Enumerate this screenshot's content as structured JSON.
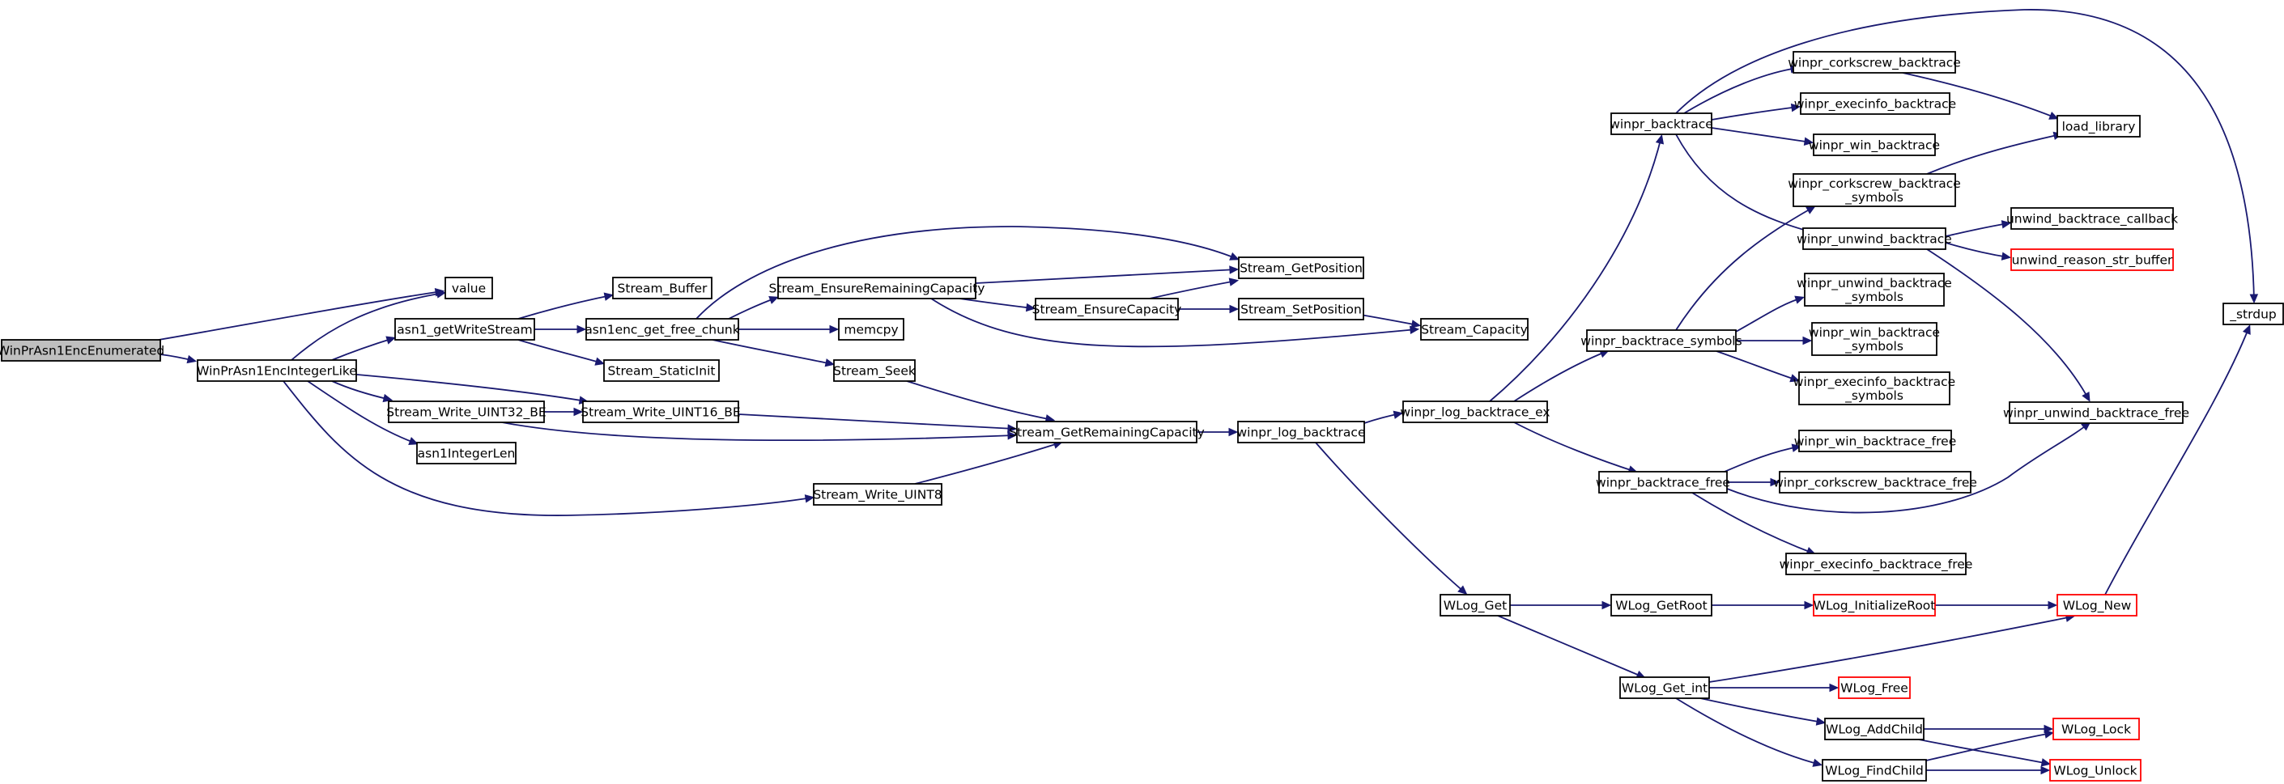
{
  "graph": {
    "type": "call-graph",
    "colors": {
      "edge": "#191970",
      "root_fill": "#bfbfbf",
      "node_border": "#000000",
      "truncated_border": "#ff0000"
    },
    "nodes": [
      {
        "id": "WinPrAsn1EncEnumerated",
        "label": "WinPrAsn1EncEnumerated",
        "style": "root"
      },
      {
        "id": "value",
        "label": "value",
        "style": "normal"
      },
      {
        "id": "WinPrAsn1EncIntegerLike",
        "label": "WinPrAsn1EncIntegerLike",
        "style": "normal"
      },
      {
        "id": "asn1_getWriteStream",
        "label": "asn1_getWriteStream",
        "style": "normal"
      },
      {
        "id": "Stream_Write_UINT32_BE",
        "label": "Stream_Write_UINT32_BE",
        "style": "normal"
      },
      {
        "id": "asn1IntegerLen",
        "label": "asn1IntegerLen",
        "style": "normal"
      },
      {
        "id": "Stream_Buffer",
        "label": "Stream_Buffer",
        "style": "normal"
      },
      {
        "id": "asn1enc_get_free_chunk",
        "label": "asn1enc_get_free_chunk",
        "style": "normal"
      },
      {
        "id": "Stream_StaticInit",
        "label": "Stream_StaticInit",
        "style": "normal"
      },
      {
        "id": "Stream_Write_UINT16_BE",
        "label": "Stream_Write_UINT16_BE",
        "style": "normal"
      },
      {
        "id": "Stream_EnsureRemainingCapacity",
        "label": "Stream_EnsureRemainingCapacity",
        "style": "normal"
      },
      {
        "id": "memcpy",
        "label": "memcpy",
        "style": "normal"
      },
      {
        "id": "Stream_Seek",
        "label": "Stream_Seek",
        "style": "normal"
      },
      {
        "id": "Stream_Write_UINT8",
        "label": "Stream_Write_UINT8",
        "style": "normal"
      },
      {
        "id": "Stream_EnsureCapacity",
        "label": "Stream_EnsureCapacity",
        "style": "normal"
      },
      {
        "id": "Stream_GetRemainingCapacity",
        "label": "Stream_GetRemainingCapacity",
        "style": "normal"
      },
      {
        "id": "Stream_GetPosition",
        "label": "Stream_GetPosition",
        "style": "normal"
      },
      {
        "id": "Stream_SetPosition",
        "label": "Stream_SetPosition",
        "style": "normal"
      },
      {
        "id": "winpr_log_backtrace",
        "label": "winpr_log_backtrace",
        "style": "normal"
      },
      {
        "id": "Stream_Capacity",
        "label": "Stream_Capacity",
        "style": "normal"
      },
      {
        "id": "winpr_log_backtrace_ex",
        "label": "winpr_log_backtrace_ex",
        "style": "normal"
      },
      {
        "id": "WLog_Get",
        "label": "WLog_Get",
        "style": "normal"
      },
      {
        "id": "winpr_backtrace",
        "label": "winpr_backtrace",
        "style": "normal"
      },
      {
        "id": "winpr_backtrace_symbols",
        "label": "winpr_backtrace_symbols",
        "style": "normal"
      },
      {
        "id": "winpr_backtrace_free",
        "label": "winpr_backtrace_free",
        "style": "normal"
      },
      {
        "id": "WLog_GetRoot",
        "label": "WLog_GetRoot",
        "style": "normal"
      },
      {
        "id": "WLog_Get_int",
        "label": "WLog_Get_int",
        "style": "normal"
      },
      {
        "id": "winpr_corkscrew_backtrace",
        "label": "winpr_corkscrew_backtrace",
        "style": "normal"
      },
      {
        "id": "winpr_execinfo_backtrace",
        "label": "winpr_execinfo_backtrace",
        "style": "normal"
      },
      {
        "id": "winpr_win_backtrace",
        "label": "winpr_win_backtrace",
        "style": "normal"
      },
      {
        "id": "winpr_corkscrew_backtrace_symbols",
        "label": "winpr_corkscrew_backtrace\n_symbols",
        "style": "normal"
      },
      {
        "id": "winpr_unwind_backtrace",
        "label": "winpr_unwind_backtrace",
        "style": "normal"
      },
      {
        "id": "winpr_unwind_backtrace_symbols",
        "label": "winpr_unwind_backtrace\n_symbols",
        "style": "normal"
      },
      {
        "id": "winpr_win_backtrace_symbols",
        "label": "winpr_win_backtrace\n_symbols",
        "style": "normal"
      },
      {
        "id": "winpr_execinfo_backtrace_symbols",
        "label": "winpr_execinfo_backtrace\n_symbols",
        "style": "normal"
      },
      {
        "id": "winpr_win_backtrace_free",
        "label": "winpr_win_backtrace_free",
        "style": "normal"
      },
      {
        "id": "winpr_corkscrew_backtrace_free",
        "label": "winpr_corkscrew_backtrace_free",
        "style": "normal"
      },
      {
        "id": "winpr_execinfo_backtrace_free",
        "label": "winpr_execinfo_backtrace_free",
        "style": "normal"
      },
      {
        "id": "WLog_InitializeRoot",
        "label": "WLog_InitializeRoot",
        "style": "red"
      },
      {
        "id": "WLog_Free",
        "label": "WLog_Free",
        "style": "red"
      },
      {
        "id": "WLog_AddChild",
        "label": "WLog_AddChild",
        "style": "normal"
      },
      {
        "id": "WLog_FindChild",
        "label": "WLog_FindChild",
        "style": "normal"
      },
      {
        "id": "load_library",
        "label": "load_library",
        "style": "normal"
      },
      {
        "id": "unwind_backtrace_callback",
        "label": "unwind_backtrace_callback",
        "style": "normal"
      },
      {
        "id": "unwind_reason_str_buffer",
        "label": "unwind_reason_str_buffer",
        "style": "red"
      },
      {
        "id": "winpr_unwind_backtrace_free",
        "label": "winpr_unwind_backtrace_free",
        "style": "normal"
      },
      {
        "id": "WLog_New",
        "label": "WLog_New",
        "style": "red"
      },
      {
        "id": "WLog_Lock",
        "label": "WLog_Lock",
        "style": "red"
      },
      {
        "id": "WLog_Unlock",
        "label": "WLog_Unlock",
        "style": "red"
      },
      {
        "id": "_strdup",
        "label": "_strdup",
        "style": "normal"
      }
    ],
    "edges": [
      {
        "from": "WinPrAsn1EncEnumerated",
        "to": "value"
      },
      {
        "from": "WinPrAsn1EncEnumerated",
        "to": "WinPrAsn1EncIntegerLike"
      },
      {
        "from": "WinPrAsn1EncIntegerLike",
        "to": "value"
      },
      {
        "from": "WinPrAsn1EncIntegerLike",
        "to": "asn1_getWriteStream"
      },
      {
        "from": "WinPrAsn1EncIntegerLike",
        "to": "Stream_Write_UINT32_BE"
      },
      {
        "from": "WinPrAsn1EncIntegerLike",
        "to": "Stream_Write_UINT16_BE"
      },
      {
        "from": "WinPrAsn1EncIntegerLike",
        "to": "asn1IntegerLen"
      },
      {
        "from": "WinPrAsn1EncIntegerLike",
        "to": "Stream_Write_UINT8"
      },
      {
        "from": "asn1_getWriteStream",
        "to": "Stream_Buffer"
      },
      {
        "from": "asn1_getWriteStream",
        "to": "asn1enc_get_free_chunk"
      },
      {
        "from": "asn1_getWriteStream",
        "to": "Stream_StaticInit"
      },
      {
        "from": "asn1enc_get_free_chunk",
        "to": "Stream_GetPosition"
      },
      {
        "from": "asn1enc_get_free_chunk",
        "to": "Stream_EnsureRemainingCapacity"
      },
      {
        "from": "asn1enc_get_free_chunk",
        "to": "memcpy"
      },
      {
        "from": "asn1enc_get_free_chunk",
        "to": "Stream_Seek"
      },
      {
        "from": "Stream_EnsureRemainingCapacity",
        "to": "Stream_GetPosition"
      },
      {
        "from": "Stream_EnsureRemainingCapacity",
        "to": "Stream_EnsureCapacity"
      },
      {
        "from": "Stream_EnsureRemainingCapacity",
        "to": "Stream_Capacity"
      },
      {
        "from": "Stream_EnsureCapacity",
        "to": "Stream_GetPosition"
      },
      {
        "from": "Stream_EnsureCapacity",
        "to": "Stream_SetPosition"
      },
      {
        "from": "Stream_SetPosition",
        "to": "Stream_Capacity"
      },
      {
        "from": "Stream_Seek",
        "to": "Stream_GetRemainingCapacity"
      },
      {
        "from": "Stream_Write_UINT32_BE",
        "to": "Stream_Write_UINT16_BE"
      },
      {
        "from": "Stream_Write_UINT32_BE",
        "to": "Stream_GetRemainingCapacity"
      },
      {
        "from": "Stream_Write_UINT16_BE",
        "to": "Stream_GetRemainingCapacity"
      },
      {
        "from": "Stream_Write_UINT8",
        "to": "Stream_GetRemainingCapacity"
      },
      {
        "from": "Stream_GetRemainingCapacity",
        "to": "winpr_log_backtrace"
      },
      {
        "from": "winpr_log_backtrace",
        "to": "winpr_log_backtrace_ex"
      },
      {
        "from": "winpr_log_backtrace",
        "to": "WLog_Get"
      },
      {
        "from": "winpr_log_backtrace_ex",
        "to": "winpr_backtrace"
      },
      {
        "from": "winpr_log_backtrace_ex",
        "to": "winpr_backtrace_symbols"
      },
      {
        "from": "winpr_log_backtrace_ex",
        "to": "winpr_backtrace_free"
      },
      {
        "from": "winpr_backtrace",
        "to": "_strdup"
      },
      {
        "from": "winpr_backtrace",
        "to": "winpr_corkscrew_backtrace"
      },
      {
        "from": "winpr_backtrace",
        "to": "winpr_execinfo_backtrace"
      },
      {
        "from": "winpr_backtrace",
        "to": "winpr_win_backtrace"
      },
      {
        "from": "winpr_backtrace",
        "to": "winpr_unwind_backtrace"
      },
      {
        "from": "winpr_corkscrew_backtrace",
        "to": "load_library"
      },
      {
        "from": "winpr_corkscrew_backtrace_symbols",
        "to": "load_library"
      },
      {
        "from": "winpr_unwind_backtrace",
        "to": "unwind_backtrace_callback"
      },
      {
        "from": "winpr_unwind_backtrace",
        "to": "unwind_reason_str_buffer"
      },
      {
        "from": "winpr_unwind_backtrace",
        "to": "winpr_unwind_backtrace_free"
      },
      {
        "from": "winpr_backtrace_symbols",
        "to": "winpr_corkscrew_backtrace_symbols"
      },
      {
        "from": "winpr_backtrace_symbols",
        "to": "winpr_unwind_backtrace_symbols"
      },
      {
        "from": "winpr_backtrace_symbols",
        "to": "winpr_win_backtrace_symbols"
      },
      {
        "from": "winpr_backtrace_symbols",
        "to": "winpr_execinfo_backtrace_symbols"
      },
      {
        "from": "winpr_backtrace_free",
        "to": "winpr_win_backtrace_free"
      },
      {
        "from": "winpr_backtrace_free",
        "to": "winpr_corkscrew_backtrace_free"
      },
      {
        "from": "winpr_backtrace_free",
        "to": "winpr_execinfo_backtrace_free"
      },
      {
        "from": "winpr_backtrace_free",
        "to": "winpr_unwind_backtrace_free"
      },
      {
        "from": "WLog_Get",
        "to": "WLog_GetRoot"
      },
      {
        "from": "WLog_Get",
        "to": "WLog_Get_int"
      },
      {
        "from": "WLog_GetRoot",
        "to": "WLog_InitializeRoot"
      },
      {
        "from": "WLog_InitializeRoot",
        "to": "WLog_New"
      },
      {
        "from": "WLog_Get_int",
        "to": "WLog_New"
      },
      {
        "from": "WLog_Get_int",
        "to": "WLog_Free"
      },
      {
        "from": "WLog_Get_int",
        "to": "WLog_AddChild"
      },
      {
        "from": "WLog_Get_int",
        "to": "WLog_FindChild"
      },
      {
        "from": "WLog_AddChild",
        "to": "WLog_Lock"
      },
      {
        "from": "WLog_AddChild",
        "to": "WLog_Unlock"
      },
      {
        "from": "WLog_FindChild",
        "to": "WLog_Lock"
      },
      {
        "from": "WLog_FindChild",
        "to": "WLog_Unlock"
      },
      {
        "from": "WLog_New",
        "to": "_strdup"
      }
    ]
  }
}
